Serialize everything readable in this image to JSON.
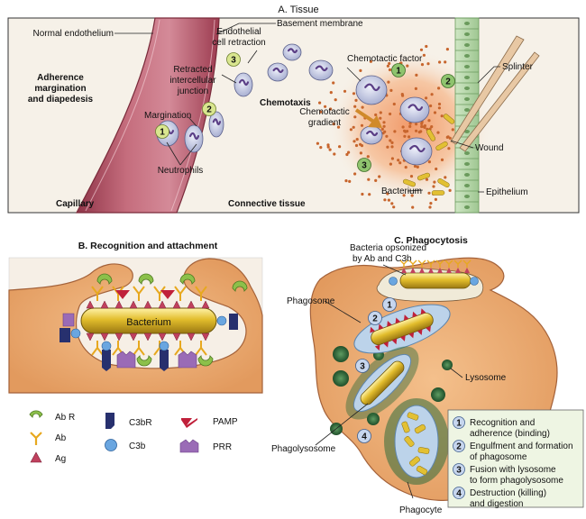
{
  "panel_a": {
    "title": "A. Tissue",
    "labels": {
      "normal_endothelium": "Normal endothelium",
      "basement_membrane": "Basement membrane",
      "endothelial_retraction_1": "Endothelial",
      "endothelial_retraction_2": "cell retraction",
      "retracted_junction_1": "Retracted",
      "retracted_junction_2": "intercellular",
      "retracted_junction_3": "junction",
      "adherence_1": "Adherence",
      "adherence_2": "margination",
      "adherence_3": "and diapedesis",
      "margination": "Margination",
      "neutrophils": "Neutrophils",
      "chemotaxis": "Chemotaxis",
      "chemotactic_factor": "Chemotactic factor",
      "chemotactic_gradient_1": "Chemotactic",
      "chemotactic_gradient_2": "gradient",
      "splinter": "Splinter",
      "wound": "Wound",
      "bacterium": "Bacterium",
      "epithelium": "Epithelium",
      "capillary": "Capillary",
      "connective_tissue": "Connective tissue"
    },
    "steps": [
      "1",
      "2",
      "3"
    ]
  },
  "panel_b": {
    "title": "B. Recognition and attachment",
    "bacterium_label": "Bacterium",
    "legend": [
      {
        "label": "Ab R",
        "icon": "ab-receptor-icon"
      },
      {
        "label": "Ab",
        "icon": "antibody-icon"
      },
      {
        "label": "Ag",
        "icon": "antigen-icon"
      },
      {
        "label": "C3bR",
        "icon": "c3b-receptor-icon"
      },
      {
        "label": "C3b",
        "icon": "c3b-icon"
      },
      {
        "label": "PAMP",
        "icon": "pamp-icon"
      },
      {
        "label": "PRR",
        "icon": "prr-icon"
      }
    ]
  },
  "panel_c": {
    "title": "C. Phagocytosis",
    "labels": {
      "opsonized_1": "Bacteria opsonized",
      "opsonized_2": "by Ab and C3b",
      "phagosome": "Phagosome",
      "lysosome": "Lysosome",
      "phagolysosome": "Phagolysosome",
      "phagocyte": "Phagocyte"
    },
    "steps": [
      {
        "num": "1",
        "line1": "Recognition and",
        "line2": "adherence (binding)"
      },
      {
        "num": "2",
        "line1": "Engulfment and formation",
        "line2": "of phagosome"
      },
      {
        "num": "3",
        "line1": "Fusion with lysosome",
        "line2": "to form phagolysosome"
      },
      {
        "num": "4",
        "line1": "Destruction (killing)",
        "line2": "and digestion"
      }
    ]
  },
  "colors": {
    "capillary": "#b9586a",
    "tissue": "#f5efe6",
    "wound": "#f2b48c",
    "dots": "#c7652d",
    "neutrophil": "#c9cfe6",
    "nucleus": "#5b3f86",
    "step_marker": "#c9dc7a",
    "cytoplasm": "#e9a56b",
    "phagosome": "#a9c4de",
    "lysosome": "#2f6b3a",
    "bacterium": "#d8b422",
    "legend_box": "#eef5e3"
  }
}
